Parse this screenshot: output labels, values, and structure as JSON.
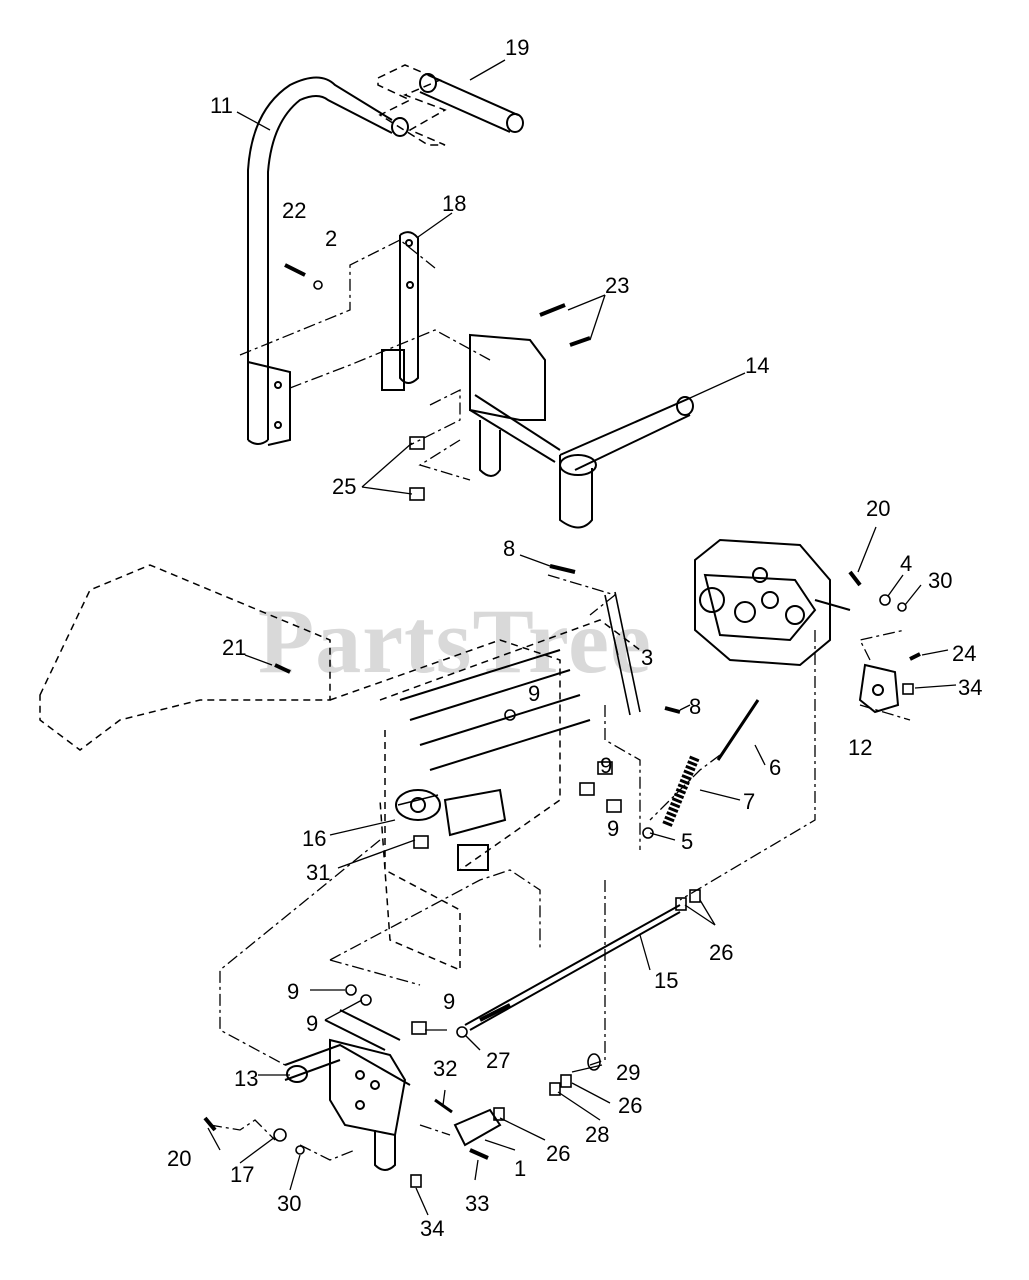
{
  "watermark": "PartsTree",
  "callouts": {
    "c19": "19",
    "c11": "11",
    "c18": "18",
    "c22": "22",
    "c2": "2",
    "c23": "23",
    "c14": "14",
    "c25": "25",
    "c8a": "8",
    "c20a": "20",
    "c4": "4",
    "c30a": "30",
    "c21": "21",
    "c3": "3",
    "c24": "24",
    "c34a": "34",
    "c9a": "9",
    "c8b": "8",
    "c12": "12",
    "c6": "6",
    "c9b": "9",
    "c7": "7",
    "c16": "16",
    "c9c": "9",
    "c5": "5",
    "c31": "31",
    "c26a": "26",
    "c15": "15",
    "c9d": "9",
    "c9e": "9",
    "c9f": "9",
    "c27": "27",
    "c13": "13",
    "c32": "32",
    "c29": "29",
    "c26b": "26",
    "c20b": "20",
    "c28": "28",
    "c26c": "26",
    "c17": "17",
    "c1": "1",
    "c30b": "30",
    "c33": "33",
    "c34b": "34"
  },
  "colors": {
    "line": "#000000",
    "watermark": "#d9d9d9",
    "background": "#ffffff"
  }
}
